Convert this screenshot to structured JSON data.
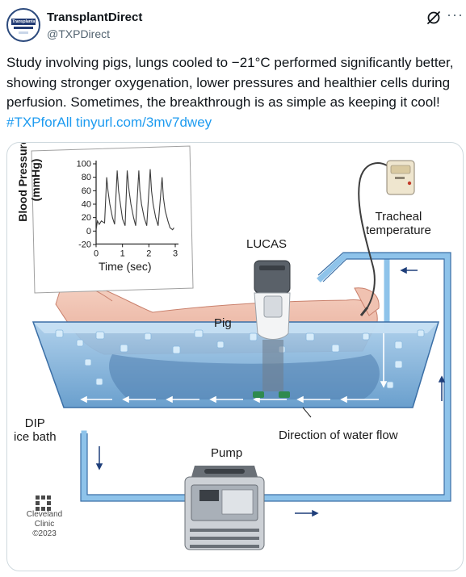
{
  "tweet": {
    "display_name": "TransplantDirect",
    "handle": "@TXPDirect",
    "avatar_text": "Transplantation",
    "text_main": "Study involving pigs, lungs cooled to −21°C performed significantly better, showing stronger oxygenation, lower pressures and healthier cells during perfusion. Sometimes, the breakthrough is as simple as keeping it cool! ",
    "hashtag": "#TXPforAll",
    "link": "tinyurl.com/3mv7dwey"
  },
  "icons": {
    "grok": "grok-icon",
    "more": "more-icon"
  },
  "colors": {
    "link": "#1d9bf0",
    "water": "#7fb2dc",
    "tube": "#8ec3ea"
  },
  "figure": {
    "lucas_label": "LUCAS",
    "pig_label": "Pig",
    "tracheal_label_1": "Tracheal",
    "tracheal_label_2": "temperature",
    "dip_label_1": "DIP",
    "dip_label_2": "ice bath",
    "flow_label": "Direction of water flow",
    "pump_label": "Pump",
    "credit_1": "Cleveland",
    "credit_2": "Clinic",
    "credit_3": "©2023"
  },
  "chart_data": {
    "type": "line",
    "title": "",
    "xlabel": "Time (sec)",
    "ylabel_1": "Blood Pressure",
    "ylabel_2": "(mmHg)",
    "x_ticks": [
      "0",
      "1",
      "2",
      "3"
    ],
    "y_ticks": [
      "100",
      "80",
      "60",
      "40",
      "20",
      "0",
      "-20"
    ],
    "xlim": [
      0,
      3
    ],
    "ylim": [
      -20,
      100
    ],
    "series": [
      {
        "x": [
          0,
          0.05,
          0.12,
          0.2,
          0.32,
          0.4,
          0.45,
          0.52,
          0.62,
          0.7,
          0.8,
          0.85,
          0.92,
          1.0,
          1.1,
          1.18,
          1.25,
          1.32,
          1.42,
          1.5,
          1.62,
          1.66,
          1.72,
          1.82,
          1.92,
          2.05,
          2.1,
          2.16,
          2.26,
          2.35,
          2.5,
          2.55,
          2.62,
          2.72,
          2.8,
          2.9,
          2.95
        ],
        "y": [
          2,
          15,
          10,
          15,
          12,
          80,
          60,
          40,
          20,
          10,
          90,
          60,
          40,
          18,
          8,
          90,
          60,
          40,
          20,
          8,
          90,
          60,
          40,
          20,
          8,
          92,
          60,
          40,
          20,
          8,
          80,
          50,
          30,
          15,
          5,
          2,
          5
        ]
      }
    ]
  }
}
